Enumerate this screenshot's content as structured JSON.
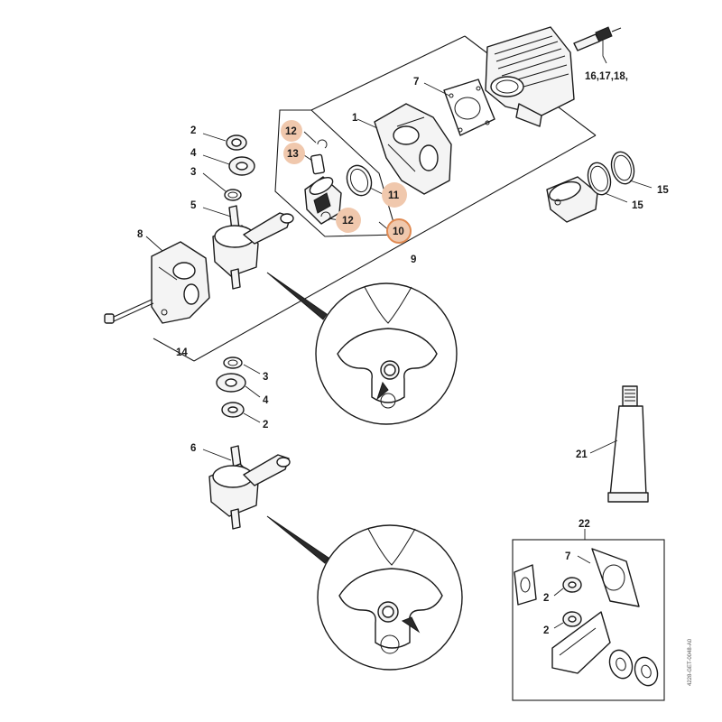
{
  "callouts": {
    "c1": "1",
    "c2a": "2",
    "c2b": "2",
    "c2c": "2",
    "c2d": "2",
    "c3a": "3",
    "c3b": "3",
    "c4a": "4",
    "c4b": "4",
    "c5": "5",
    "c6": "6",
    "c7a": "7",
    "c7b": "7",
    "c8": "8",
    "c9": "9",
    "c10": "10",
    "c11": "11",
    "c12a": "12",
    "c12b": "12",
    "c13": "13",
    "c14": "14",
    "c15a": "15",
    "c15b": "15",
    "c16": "16,17,18,",
    "c21": "21",
    "c22": "22"
  },
  "drawing_code": "4228-GET-0048-A0",
  "highlight_color": "#f0c8ad",
  "highlight_stroke": "#e08a52"
}
